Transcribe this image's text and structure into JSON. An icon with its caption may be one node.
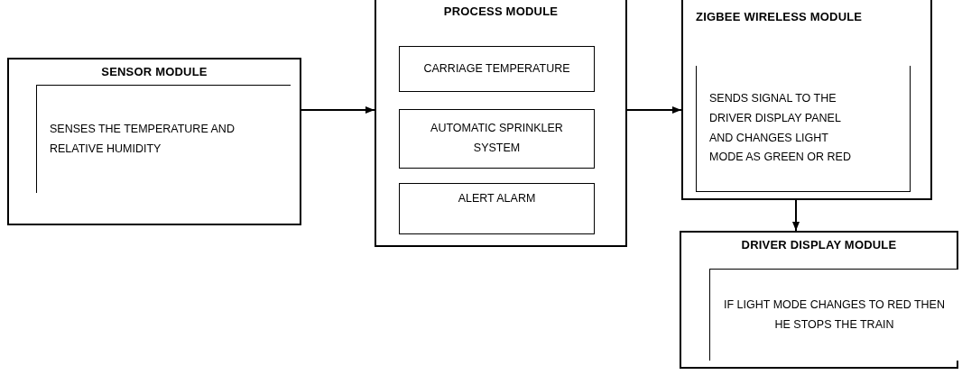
{
  "diagram": {
    "nodes": [
      {
        "text": [
          "SENSOR MODULE"
        ]
      },
      {
        "text": [
          "SENSES THE TEMPERATURE AND RELATIVE HUMIDITY"
        ],
        "in": 0
      },
      {
        "text": [
          "PROCESS MODULE"
        ]
      },
      {
        "text": [
          "CARRIAGE TEMPERATURE"
        ],
        "in": 2
      },
      {
        "text": [
          "AUTOMATIC SPRINKLER SYSTEM"
        ],
        "in": 2
      },
      {
        "text": [
          "ALERT ALARM"
        ],
        "in": 2
      },
      {
        "text": [
          "ZIGBEE WIRELESS MODULE"
        ]
      },
      {
        "text": [
          "SENDS SIGNAL TO THE DRIVER DISPLAY PANEL AND CHANGES LIGHT MODE AS GREEN OR RED"
        ],
        "in": 6
      },
      {
        "text": [
          "DRIVER DISPLAY MODULE"
        ]
      },
      {
        "text": [
          "IF LIGHT MODE CHANGES TO RED THEN HE STOPS THE TRAIN"
        ],
        "in": 8
      }
    ],
    "edges": [
      {
        "from": 0,
        "to": 2,
        "arrow": "to"
      },
      {
        "from": 2,
        "to": 6,
        "arrow": "to"
      },
      {
        "from": 6,
        "to": 8,
        "arrow": "to"
      }
    ]
  }
}
